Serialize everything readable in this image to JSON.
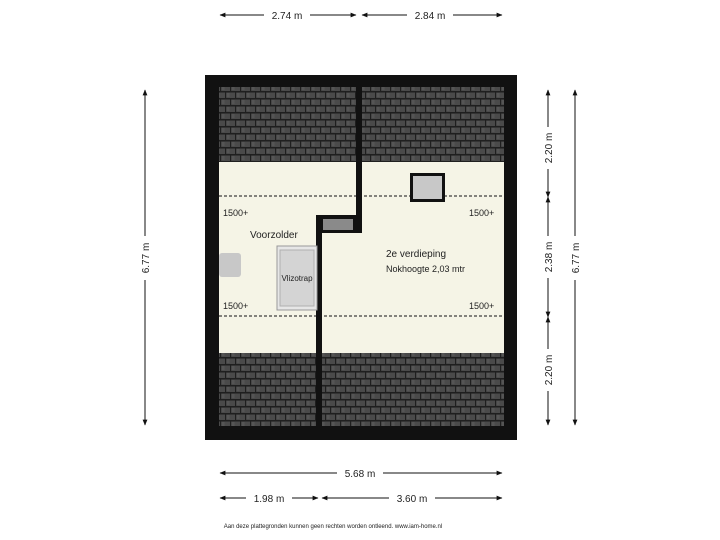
{
  "dimensions": {
    "top_left": "2.74 m",
    "top_right": "2.84 m",
    "left_total": "6.77 m",
    "right_upper": "2.20 m",
    "right_middle": "2.38 m",
    "right_lower": "2.20 m",
    "right_total": "6.77 m",
    "bottom_total": "5.68 m",
    "bottom_left": "1.98 m",
    "bottom_right": "3.60 m"
  },
  "rooms": {
    "left": {
      "name": "Voorzolder"
    },
    "right": {
      "name": "2e verdieping",
      "ridge": "Nokhoogte 2,03 mtr"
    }
  },
  "stair": {
    "label": "Vlizotrap"
  },
  "height_lines": {
    "upper_left": "1500+",
    "upper_right": "1500+",
    "lower_left": "1500+",
    "lower_right": "1500+"
  },
  "disclaimer": "Aan deze plattegronden kunnen geen rechten worden ontleend. www.iam-home.nl",
  "colors": {
    "wall": "#111111",
    "floor": "#f5f4e6",
    "roof_tile": "#444444",
    "fixture": "#c8c8c8"
  }
}
